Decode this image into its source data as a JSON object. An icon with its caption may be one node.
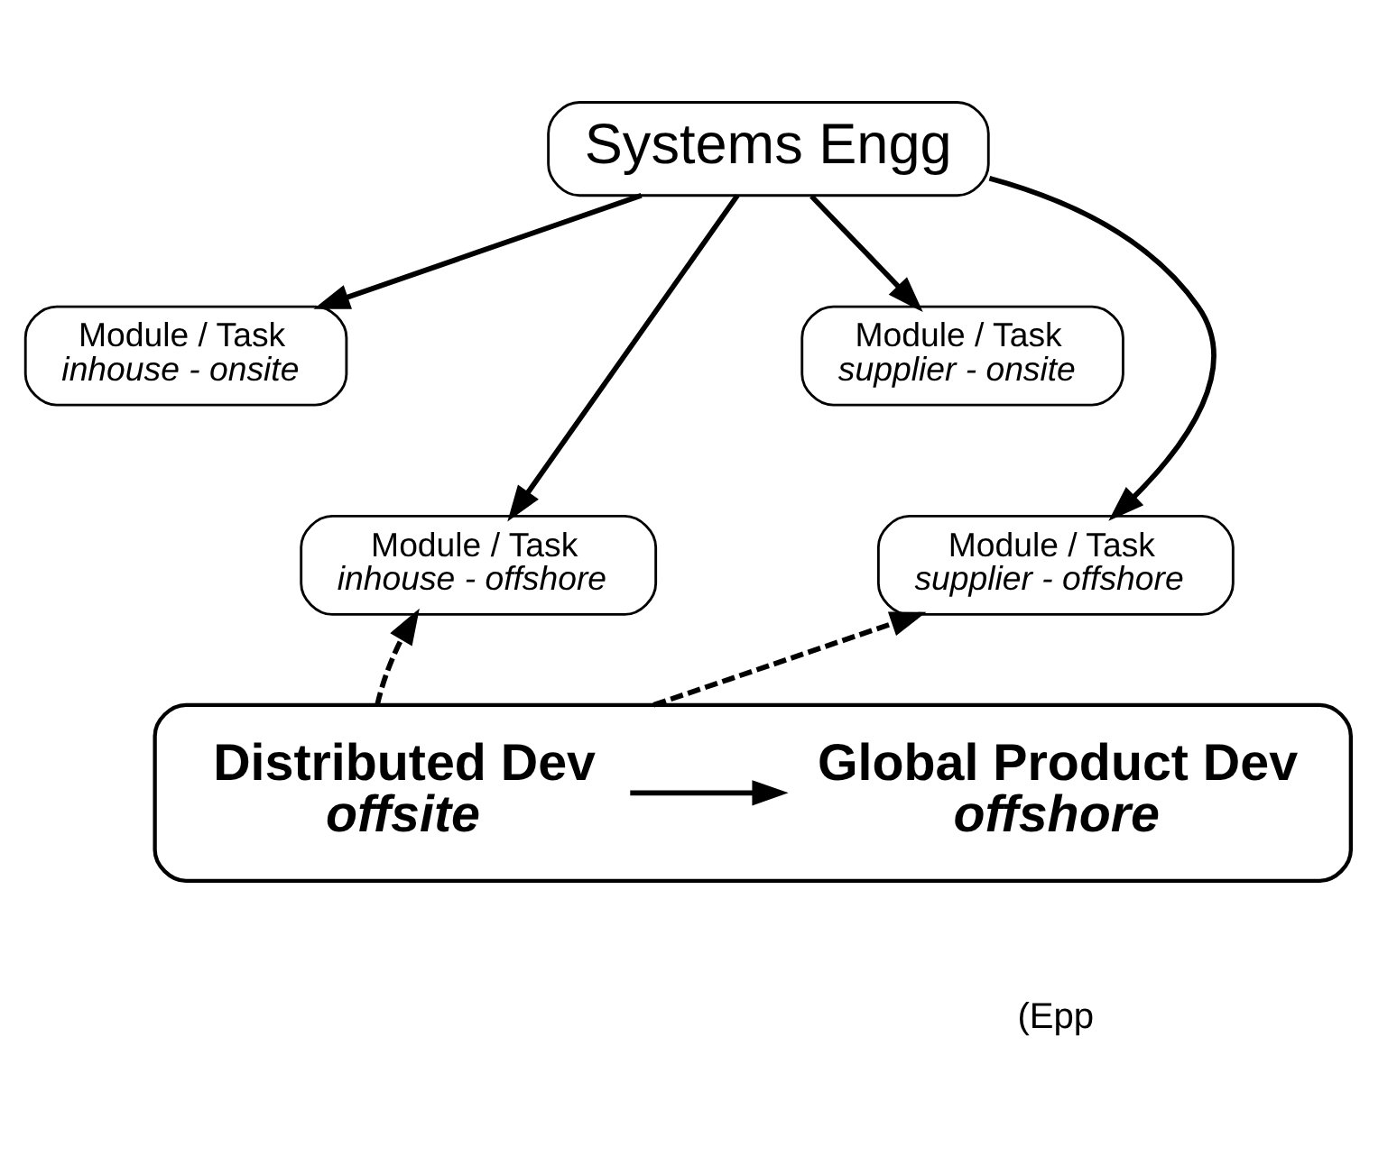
{
  "diagram": {
    "nodes": [
      {
        "text": [
          "Systems Engg"
        ]
      },
      {
        "text": [
          "Module / Task",
          "inhouse - onsite"
        ]
      },
      {
        "text": [
          "Module / Task",
          "supplier - onsite"
        ]
      },
      {
        "text": [
          "Module / Task",
          "inhouse - offshore"
        ]
      },
      {
        "text": [
          "Module / Task",
          "supplier - offshore"
        ]
      },
      {
        "text": [],
        "shape": "box"
      },
      {
        "text": [
          "Distributed Dev",
          "offsite"
        ],
        "in": 5
      },
      {
        "text": [
          "Global Product Dev",
          "offshore"
        ],
        "in": 5
      }
    ],
    "edges": [
      {
        "from": 0,
        "to": 1,
        "arrow": "to"
      },
      {
        "from": 0,
        "to": 2,
        "arrow": "to"
      },
      {
        "from": 0,
        "to": 3,
        "arrow": "to"
      },
      {
        "from": 0,
        "to": 4,
        "arrow": "to"
      },
      {
        "from": 6,
        "to": 7,
        "arrow": "to"
      },
      {
        "from": 5,
        "to": 3,
        "arrow": "to",
        "style": "dashed"
      },
      {
        "from": 5,
        "to": 4,
        "arrow": "to",
        "style": "dashed"
      }
    ],
    "labels": [
      "(Epp"
    ]
  }
}
